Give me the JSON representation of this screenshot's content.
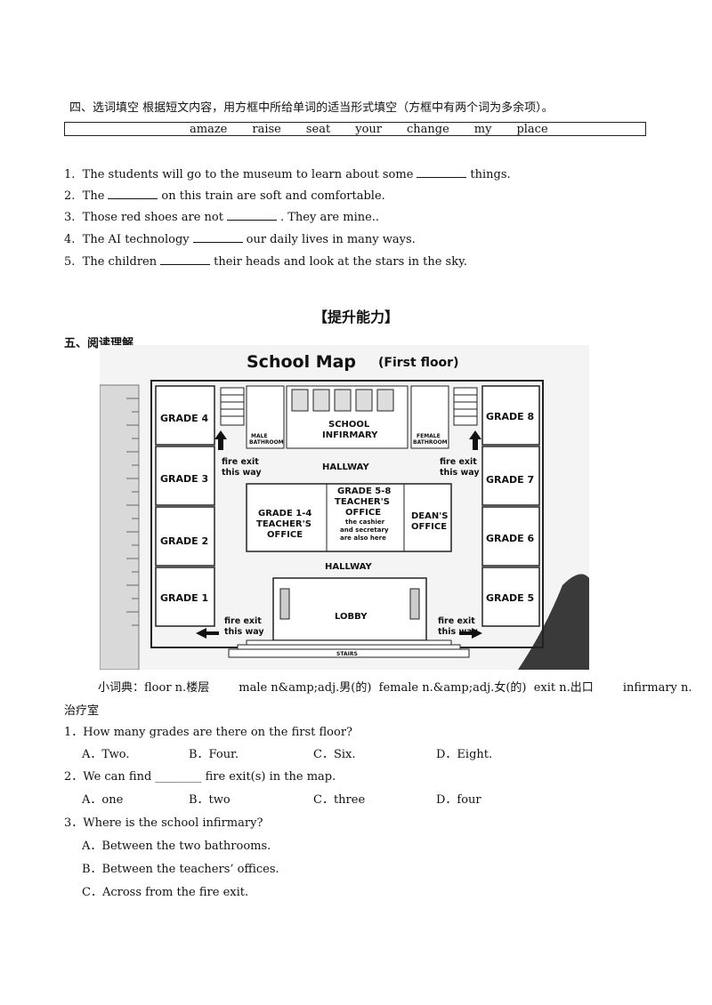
{
  "fill_section": {
    "title": "四、选词填空  根据短文内容，用方框中所给单词的适当形式填空（方框中有两个词为多余项）。",
    "words": [
      "amaze",
      "raise",
      "seat",
      "your",
      "change",
      "my",
      "place"
    ],
    "sentences": [
      {
        "num": "1.",
        "before": "The students will go to the museum to learn about some",
        "after": "things."
      },
      {
        "num": "2.",
        "before": "The",
        "after": "on this train are soft and comfortable."
      },
      {
        "num": "3.",
        "before": "Those red shoes are not",
        "after": ". They are mine.."
      },
      {
        "num": "4.",
        "before": "The AI technology",
        "after": "our daily lives in many ways."
      },
      {
        "num": "5.",
        "before": "The children",
        "after": "their heads and look at the stars in the sky."
      }
    ]
  },
  "section_heading": "【提升能力】",
  "reading_heading": "五、阅读理解",
  "map": {
    "title": "School Map",
    "subtitle": "(First floor)",
    "grades_left": [
      "GRADE 4",
      "GRADE 3",
      "GRADE 2",
      "GRADE 1"
    ],
    "grades_right": [
      "GRADE 8",
      "GRADE 7",
      "GRADE 6",
      "GRADE 5"
    ],
    "infirmary": [
      "SCHOOL",
      "INFIRMARY"
    ],
    "male_bathroom": [
      "MALE",
      "BATHROOM"
    ],
    "female_bathroom": [
      "FEMALE",
      "BATHROOM"
    ],
    "hallway": "HALLWAY",
    "fire_exit": [
      "fire exit",
      "this way"
    ],
    "office_1_4": [
      "GRADE 1-4",
      "TEACHER'S",
      "OFFICE"
    ],
    "office_5_8": [
      "GRADE 5-8",
      "TEACHER'S",
      "OFFICE"
    ],
    "office_5_8_note": [
      "the cashier",
      "and secretary",
      "are also here"
    ],
    "deans_office": [
      "DEAN'S",
      "OFFICE"
    ],
    "lobby": "LOBBY",
    "stairs": "STAIRS"
  },
  "glossary": {
    "prefix": "小词典：",
    "entries": "floor n.楼层        male n&amp;adj.男(的)  female n.&amp;adj.女(的)  exit n.出口        infirmary n.",
    "continuation": "治疗室"
  },
  "questions": [
    {
      "stem": "1．How many grades are there on the first floor?",
      "options": [
        "A．Two.",
        "B．Four.",
        "C．Six.",
        "D．Eight."
      ]
    },
    {
      "stem": "2．We can find ________ fire exit(s) in the map.",
      "options": [
        "A．one",
        "B．two",
        "C．three",
        "D．four"
      ]
    },
    {
      "stem": "3．Where is the school infirmary?",
      "options": [
        "A．Between the two bathrooms.",
        "B．Between the teachers’ offices.",
        "C．Across from the fire exit."
      ]
    }
  ]
}
